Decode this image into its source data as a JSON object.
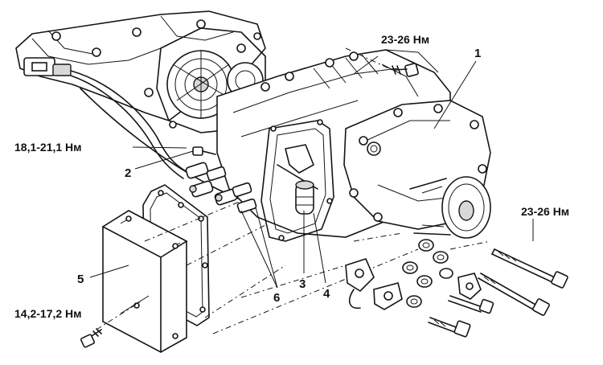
{
  "callouts": {
    "c1": "1",
    "c2": "2",
    "c3": "3",
    "c4": "4",
    "c5": "5",
    "c6": "6"
  },
  "torques": {
    "top_bolt": "23-26 Нм",
    "sensor": "18,1-21,1 Нм",
    "side_bolts": "23-26 Нм",
    "cover_bolt": "14,2-17,2 Нм"
  }
}
